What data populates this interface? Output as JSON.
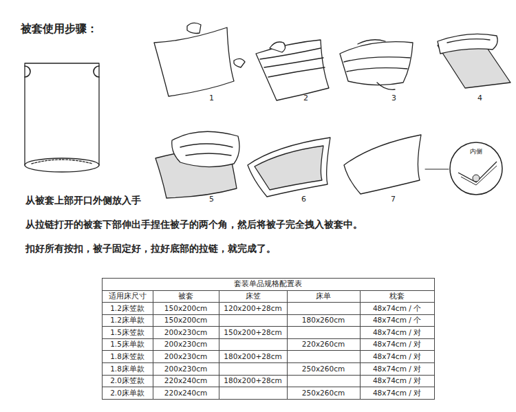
{
  "diagram": {
    "title": "被套使用步骤：",
    "nodes": [
      {
        "text": [
          "内侧"
        ]
      }
    ],
    "labels": [
      "从被套上部开口外侧放入手",
      "1",
      "2",
      "3",
      "4",
      "5",
      "6",
      "7",
      "从拉链打开的被套下部伸出手捏住被子的两个角，然后将被子完全拽入被套中。",
      "扣好所有按扣，被子固定好，拉好底部的拉链，就完成了。",
      "套装单品规格配置表",
      "适用床尺寸",
      "被套",
      "床笠",
      "床单",
      "枕套",
      "1.2床笠款",
      "150x200cm",
      "120x200+28cm",
      "48x74cm / 个",
      "1.2床单款",
      "150x200cm",
      "180x260cm",
      "48x74cm / 个",
      "1.5床笠款",
      "200x230cm",
      "150x200+28cm",
      "48x74cm / 对",
      "1.5床单款",
      "200x230cm",
      "220x260cm",
      "48x74cm / 对",
      "1.8床笠款",
      "200x230cm",
      "180x200+28cm",
      "48x74cm / 对",
      "1.8床单款",
      "200x230cm",
      "250x260cm",
      "48x74cm / 对",
      "2.0床笠款",
      "220x240cm",
      "180x200+28cm",
      "48x74cm / 对",
      "2.0床单款",
      "220x240cm",
      "250x260cm",
      "48x74cm / 对"
    ]
  }
}
